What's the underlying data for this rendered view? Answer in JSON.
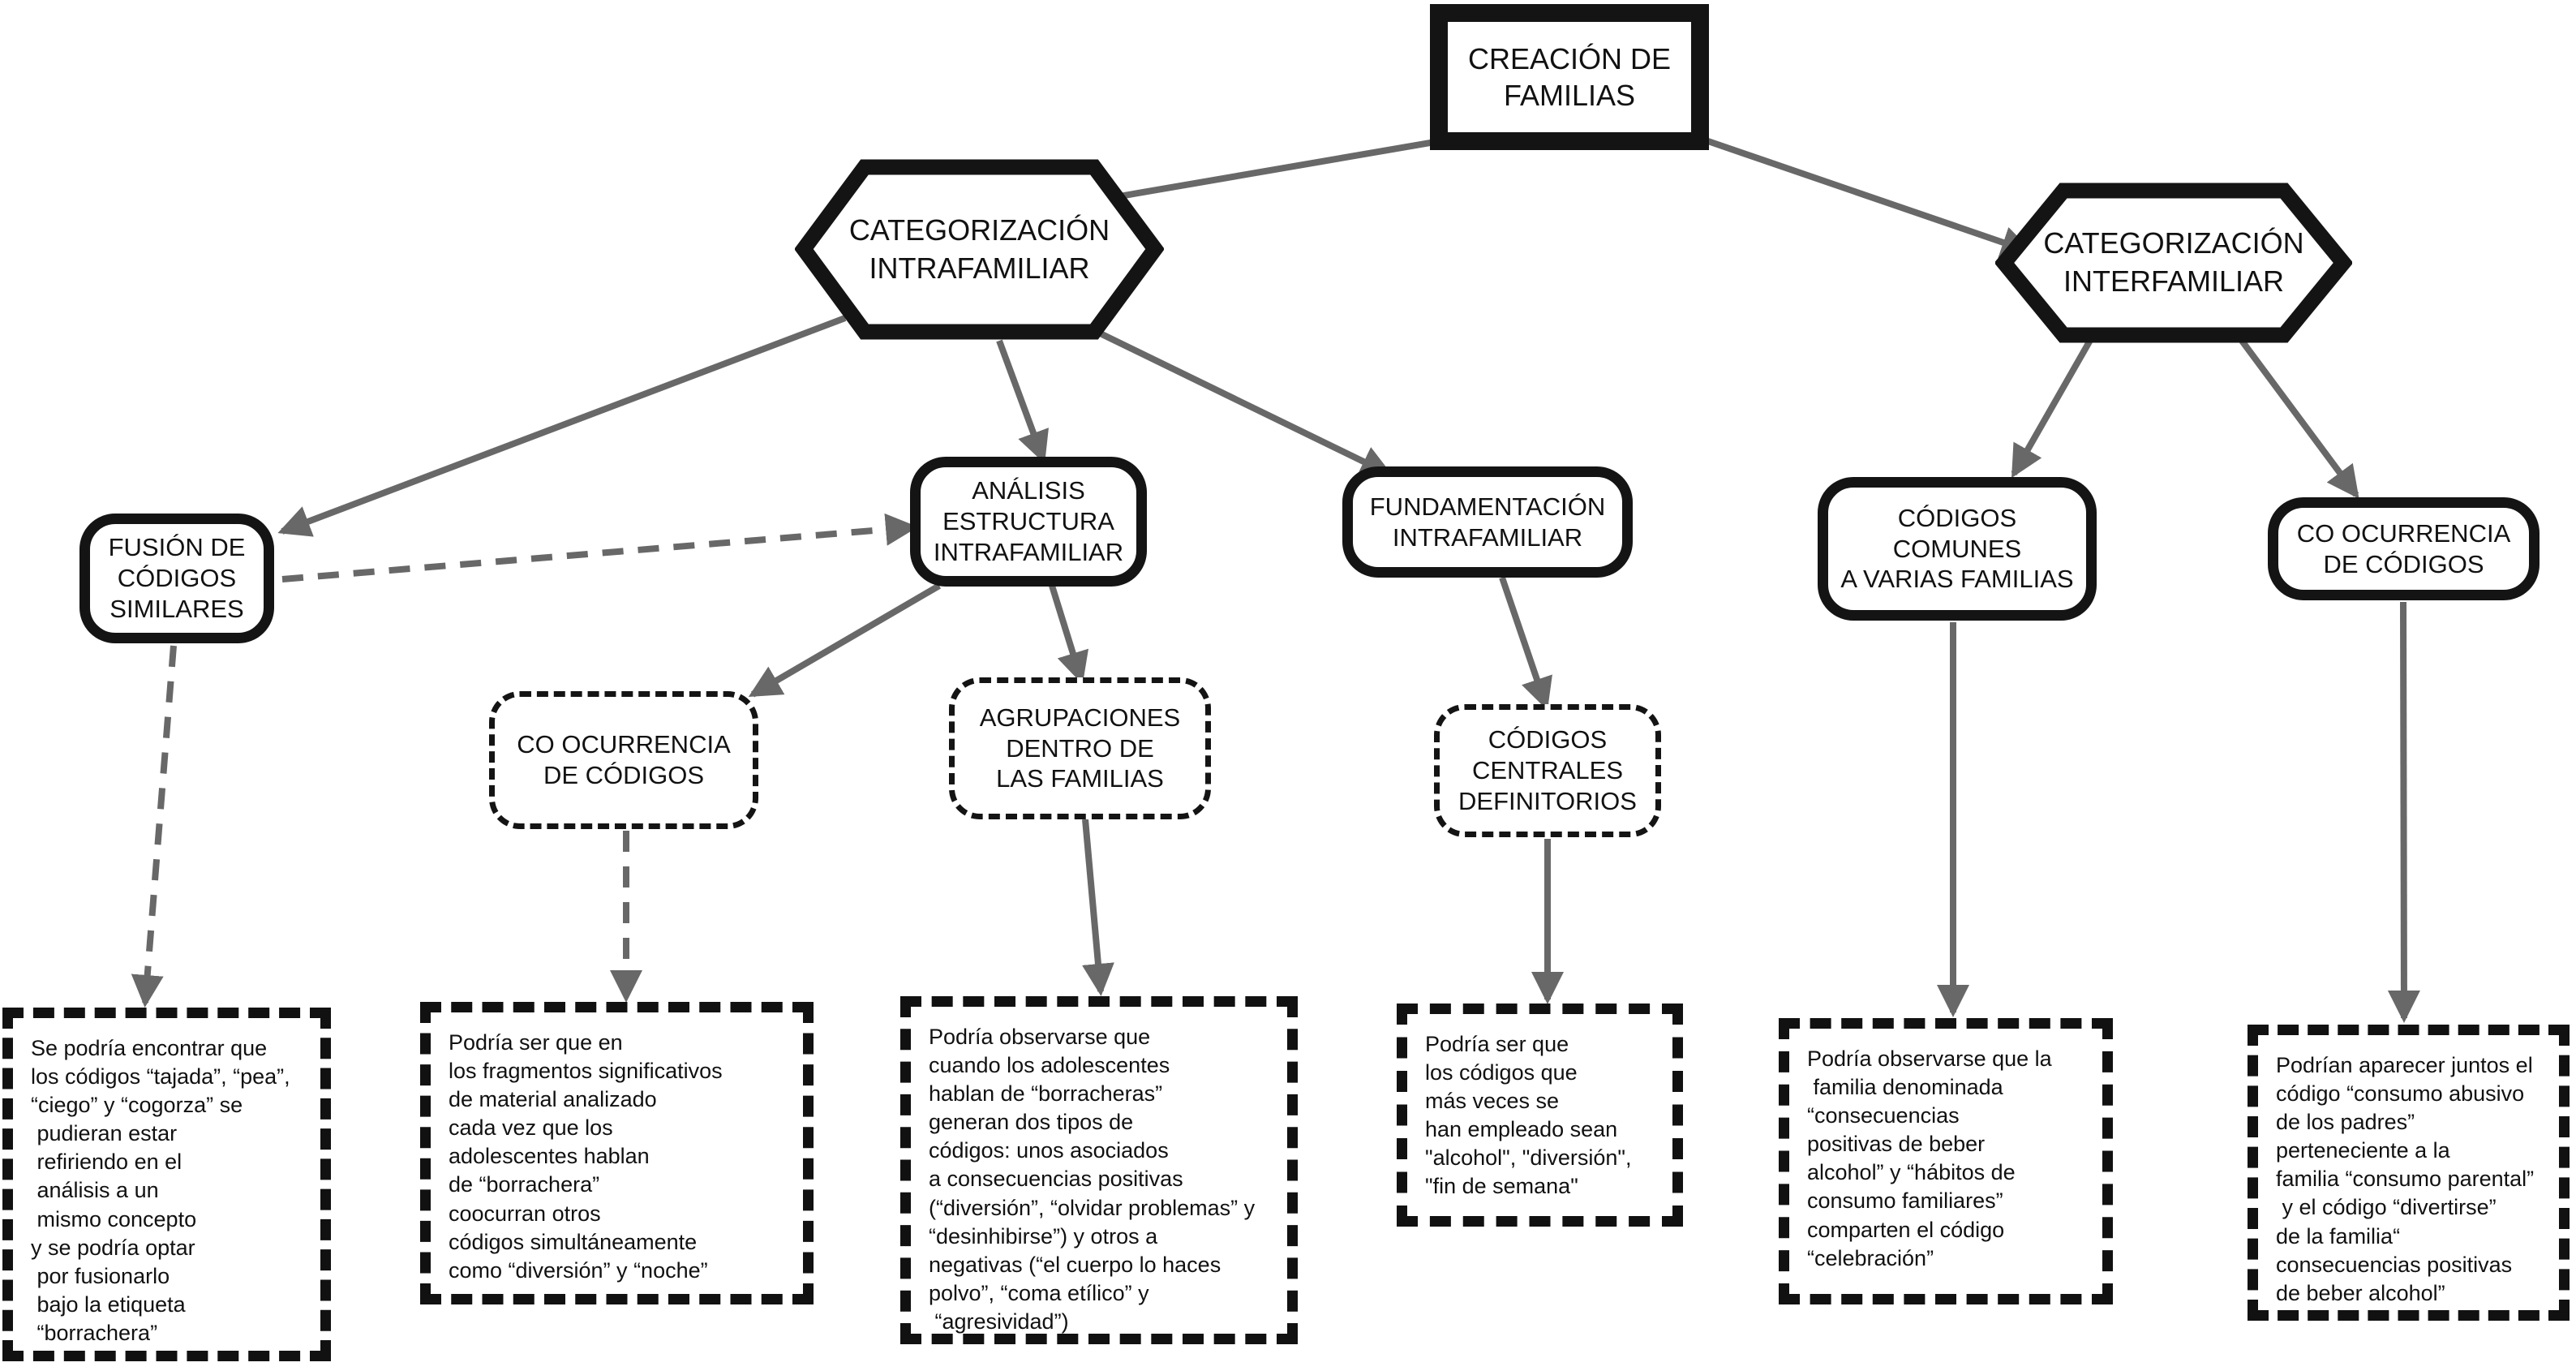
{
  "diagram_type": "concept-map",
  "colors": {
    "arrow": "#686868",
    "node_border": "#141414",
    "text": "#111111",
    "background": "#ffffff"
  },
  "nodes": {
    "creacion": {
      "label": "CREACIÓN DE\nFAMILIAS",
      "shape": "rectangle-thick"
    },
    "cat_intra": {
      "label": "CATEGORIZACIÓN\nINTRAFAMILIAR",
      "shape": "hexagon"
    },
    "cat_inter": {
      "label": "CATEGORIZACIÓN\nINTERFAMILIAR",
      "shape": "hexagon"
    },
    "fusion": {
      "label": "FUSIÓN DE\nCÓDIGOS\nSIMILARES",
      "shape": "rounded"
    },
    "analisis": {
      "label": "ANÁLISIS\nESTRUCTURA\nINTRAFAMILIAR",
      "shape": "rounded"
    },
    "fundamentacion": {
      "label": "FUNDAMENTACIÓN\nINTRAFAMILIAR",
      "shape": "rounded"
    },
    "codigos_comunes": {
      "label": "CÓDIGOS\nCOMUNES\nA VARIAS FAMILIAS",
      "shape": "rounded"
    },
    "co_ocurrencia_inter": {
      "label": "CO OCURRENCIA\nDE CÓDIGOS",
      "shape": "rounded"
    },
    "co_ocurrencia_intra": {
      "label": "CO OCURRENCIA\nDE CÓDIGOS",
      "shape": "rounded-dotted"
    },
    "agrupaciones": {
      "label": "AGRUPACIONES\nDENTRO DE\nLAS FAMILIAS",
      "shape": "rounded-dotted"
    },
    "codigos_centrales": {
      "label": "CÓDIGOS\nCENTRALES\nDEFINITORIOS",
      "shape": "rounded-dotted"
    }
  },
  "notes": {
    "fusion": {
      "text": "Se podría encontrar que\nlos códigos “tajada”, “pea”,\n“ciego” y “cogorza” se\n pudieran estar\n refiriendo en el\n análisis a un\n mismo concepto\ny se podría optar\n por fusionarlo\n bajo la etiqueta\n “borrachera”"
    },
    "co_ocurrencia_intra": {
      "text": "Podría ser que en\nlos fragmentos significativos\nde material analizado\ncada vez que los\nadolescentes hablan\nde “borrachera”\ncoocurran otros\ncódigos simultáneamente\ncomo “diversión” y “noche”"
    },
    "agrupaciones": {
      "text": "Podría observarse que\ncuando los adolescentes\nhablan de “borracheras”\ngeneran dos tipos de\ncódigos: unos asociados\na consecuencias positivas\n(“diversión”, “olvidar problemas” y\n“desinhibirse”) y otros a\nnegativas (“el cuerpo lo haces\npolvo”, “coma etílico” y\n “agresividad”)"
    },
    "codigos_centrales": {
      "text": "Podría ser que\nlos códigos que\nmás veces se\nhan empleado sean\n\"alcohol\", \"diversión\",\n\"fin de semana\""
    },
    "codigos_comunes": {
      "text": "Podría observarse que la\n familia denominada\n“consecuencias\npositivas de beber\nalcohol” y “hábitos de\nconsumo familiares”\ncomparten el código\n“celebración”"
    },
    "co_ocurrencia_inter": {
      "text": "Podrían aparecer juntos el\ncódigo “consumo abusivo\nde los padres”\nperteneciente a la\nfamilia “consumo parental”\n y el código “divertirse”\nde la familia“\nconsecuencias positivas\nde beber alcohol”"
    }
  },
  "edges": [
    {
      "from": "creacion-de-familias",
      "to": "categorizacion-intrafamiliar",
      "style": "solid"
    },
    {
      "from": "creacion-de-familias",
      "to": "categorizacion-interfamiliar",
      "style": "solid"
    },
    {
      "from": "categorizacion-intrafamiliar",
      "to": "fusion-de-codigos-similares",
      "style": "solid"
    },
    {
      "from": "categorizacion-intrafamiliar",
      "to": "analisis-estructura-intrafamiliar",
      "style": "solid"
    },
    {
      "from": "categorizacion-intrafamiliar",
      "to": "fundamentacion-intrafamiliar",
      "style": "solid"
    },
    {
      "from": "fusion-de-codigos-similares",
      "to": "analisis-estructura-intrafamiliar",
      "style": "dashed"
    },
    {
      "from": "analisis-estructura-intrafamiliar",
      "to": "co-ocurrencia-de-codigos-intra",
      "style": "solid"
    },
    {
      "from": "analisis-estructura-intrafamiliar",
      "to": "agrupaciones-dentro-de-las-familias",
      "style": "solid"
    },
    {
      "from": "fundamentacion-intrafamiliar",
      "to": "codigos-centrales-definitorios",
      "style": "solid"
    },
    {
      "from": "categorizacion-interfamiliar",
      "to": "codigos-comunes-a-varias-familias",
      "style": "solid"
    },
    {
      "from": "categorizacion-interfamiliar",
      "to": "co-ocurrencia-de-codigos-inter",
      "style": "solid"
    },
    {
      "from": "fusion-de-codigos-similares",
      "to": "nota-fusion",
      "style": "dashed"
    },
    {
      "from": "co-ocurrencia-de-codigos-intra",
      "to": "nota-co-ocurrencia-intra",
      "style": "dashed"
    },
    {
      "from": "agrupaciones-dentro-de-las-familias",
      "to": "nota-agrupaciones",
      "style": "solid"
    },
    {
      "from": "codigos-centrales-definitorios",
      "to": "nota-codigos-centrales",
      "style": "solid"
    },
    {
      "from": "codigos-comunes-a-varias-familias",
      "to": "nota-codigos-comunes",
      "style": "solid"
    },
    {
      "from": "co-ocurrencia-de-codigos-inter",
      "to": "nota-co-ocurrencia-inter",
      "style": "solid"
    }
  ]
}
